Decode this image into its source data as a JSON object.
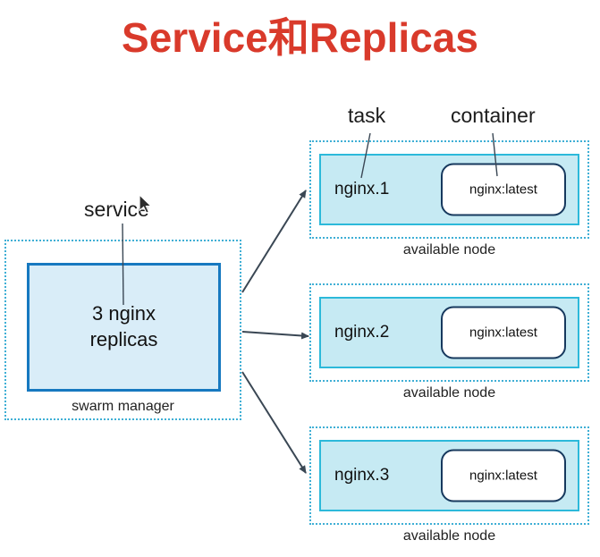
{
  "title": "Service和Replicas",
  "labels": {
    "service": "service",
    "task": "task",
    "container": "container"
  },
  "manager": {
    "box_label": "3 nginx replicas",
    "caption": "swarm manager"
  },
  "nodes": [
    {
      "name": "nginx.1",
      "image": "nginx:latest",
      "caption": "available node"
    },
    {
      "name": "nginx.2",
      "image": "nginx:latest",
      "caption": "available node"
    },
    {
      "name": "nginx.3",
      "image": "nginx:latest",
      "caption": "available node"
    }
  ],
  "colors": {
    "title_color": "#d93a2b",
    "dotted": "#3fafd5",
    "task_fill": "#c6eaf3",
    "task_border": "#2cb9da",
    "service_fill": "#d9edf8",
    "service_border": "#1779c0",
    "container_border": "#17395e",
    "arrow": "#3a4754"
  }
}
